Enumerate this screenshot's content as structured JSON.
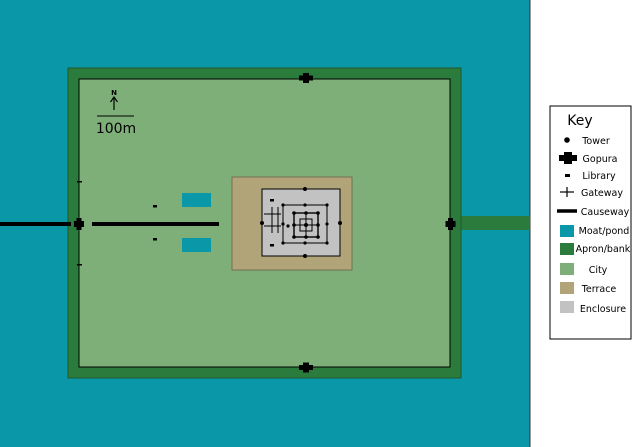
{
  "colors": {
    "moat": "#0a97a8",
    "apron": "#2a7b3c",
    "city": "#7faf79",
    "terrace": "#b2a479",
    "enclosure": "#c2c2c2",
    "black": "#000000",
    "white": "#ffffff"
  },
  "scale": {
    "north": "N",
    "label": "100m"
  },
  "key": {
    "title": "Key",
    "items": [
      {
        "id": "tower",
        "label": "Tower"
      },
      {
        "id": "gopura",
        "label": "Gopura"
      },
      {
        "id": "library",
        "label": "Library"
      },
      {
        "id": "gateway",
        "label": "Gateway"
      },
      {
        "id": "causeway",
        "label": "Causeway"
      },
      {
        "id": "moat",
        "label": "Moat/pond"
      },
      {
        "id": "apron",
        "label": "Apron/bank"
      },
      {
        "id": "city",
        "label": "City"
      },
      {
        "id": "terrace",
        "label": "Terrace"
      },
      {
        "id": "enclosure",
        "label": "Enclosure"
      }
    ]
  }
}
